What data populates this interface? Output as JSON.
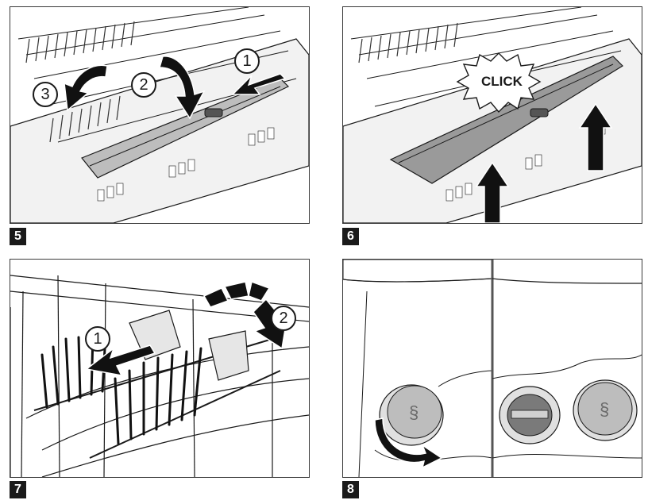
{
  "steps": [
    {
      "number": "5",
      "callouts": [
        "1",
        "2",
        "3"
      ]
    },
    {
      "number": "6",
      "callout_text": "CLICK"
    },
    {
      "number": "7",
      "callouts": [
        "1",
        "2"
      ]
    },
    {
      "number": "8"
    }
  ],
  "colors": {
    "line": "#1a1a1a",
    "fill_light": "#d9d9d9",
    "fill_mid": "#9a9a9a",
    "badge_bg": "#1a1a1a"
  }
}
